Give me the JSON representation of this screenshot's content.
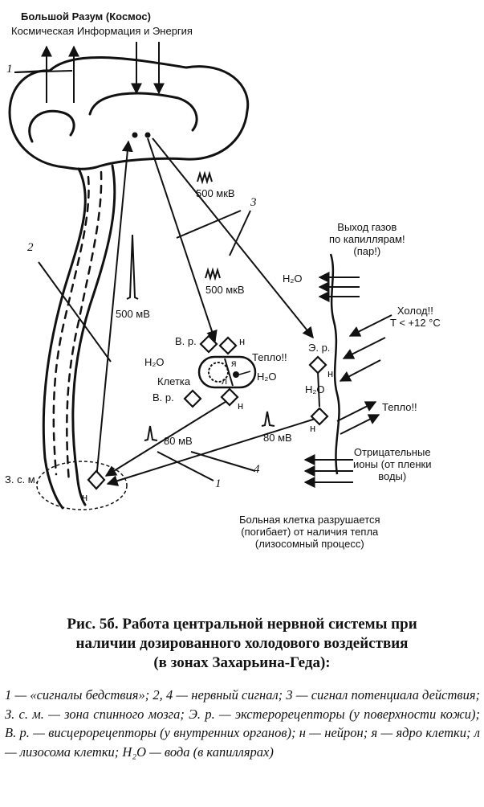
{
  "labels": {
    "top_title": "Большой Разум   (Космос)",
    "top_subtitle": "Космическая Информация и Энергия",
    "n1_top": "1",
    "n2": "2",
    "n3": "3",
    "n4": "4",
    "n1_bottom": "1",
    "sig_500mkv_a": "500 мкВ",
    "sig_500mkv_b": "500 мкВ",
    "sig_500mv": "500 мВ",
    "sig_80mv_a": "80 мВ",
    "sig_80mv_b": "80 мВ",
    "gas_exit": "Выход газов\nпо капиллярам!\n(пар!)",
    "h2o_right": "H₂O",
    "cold": "Холод!!\nT < +12 °C",
    "er": "Э. р.",
    "h2o_er": "H₂O",
    "n_er1": "н",
    "n_er2": "н",
    "warm_right": "Тепло!!",
    "neg_ions": "Отрицательные\nионы (от пленки\nводы)",
    "vr_top": "В. р.",
    "h2o_cell_left": "H₂O",
    "cell": "Клетка",
    "vr_bottom": "В. р.",
    "warm_cell": "Тепло!!",
    "h2o_cell_right": "H₂O",
    "ya": "я",
    "l": "л",
    "n_cell_top": "н",
    "n_cell_bottom": "н",
    "zsm": "З. с. м.",
    "n_zsm": "н",
    "sick_cell": "Больная клетка разрушается\n(погибает) от наличия тепла\n(лизосомный процесс)"
  },
  "caption": "Рис. 5б. Работа центральной нервной системы при\nналичии дозированного холодового воздействия\n(в зонах Захарьина-Геда):",
  "legend": "1 — «сигналы бедствия»; 2, 4 — нервный сигнал; 3 — сигнал потенциала действия; З. с. м. — зона спинного мозга; Э. р. — экстерорецепторы (у поверхности кожи); В. р. — висцерорецепторы (у внутренних органов); н — нейрон; я — ядро клетки; л — лизосома клетки; H₂O — вода (в капиллярах)"
}
